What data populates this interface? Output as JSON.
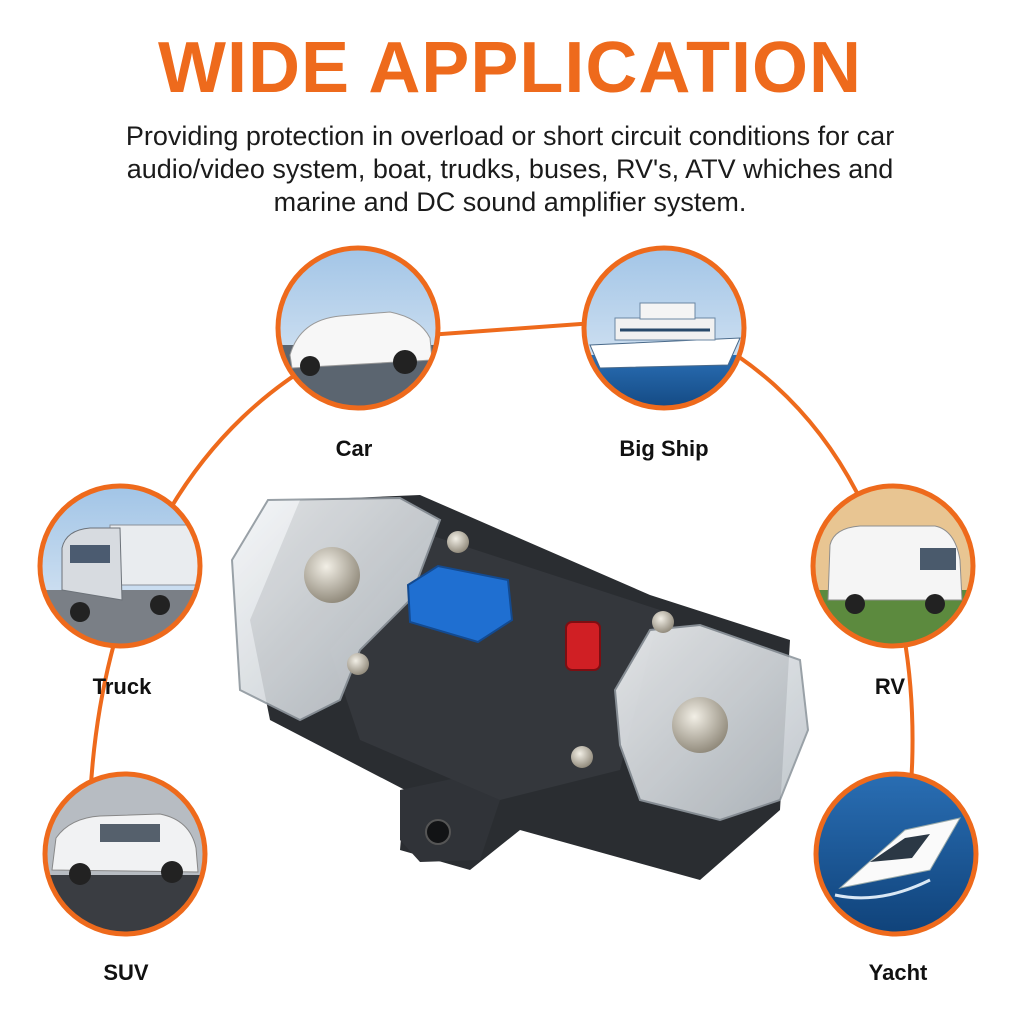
{
  "header": {
    "title": "WIDE APPLICATION",
    "description_lines": [
      "Providing protection in overload or short circuit conditions for car",
      "audio/video system, boat, trudks, buses, RV's, ATV whiches and",
      "marine and DC sound amplifier system."
    ]
  },
  "applications": [
    {
      "label": "Car",
      "icon": "sports-car-photo"
    },
    {
      "label": "Big Ship",
      "icon": "cruise-ship-photo"
    },
    {
      "label": "Truck",
      "icon": "semi-truck-photo"
    },
    {
      "label": "RV",
      "icon": "motorhome-photo"
    },
    {
      "label": "SUV",
      "icon": "suv-photo"
    },
    {
      "label": "Yacht",
      "icon": "yacht-photo"
    }
  ],
  "product": {
    "icon": "circuit-breaker-photo"
  },
  "colors": {
    "accent": "#ee6a1c",
    "breaker_button": "#1f6fd1",
    "reset_button": "#d01f24",
    "housing": "#2a2d31"
  }
}
